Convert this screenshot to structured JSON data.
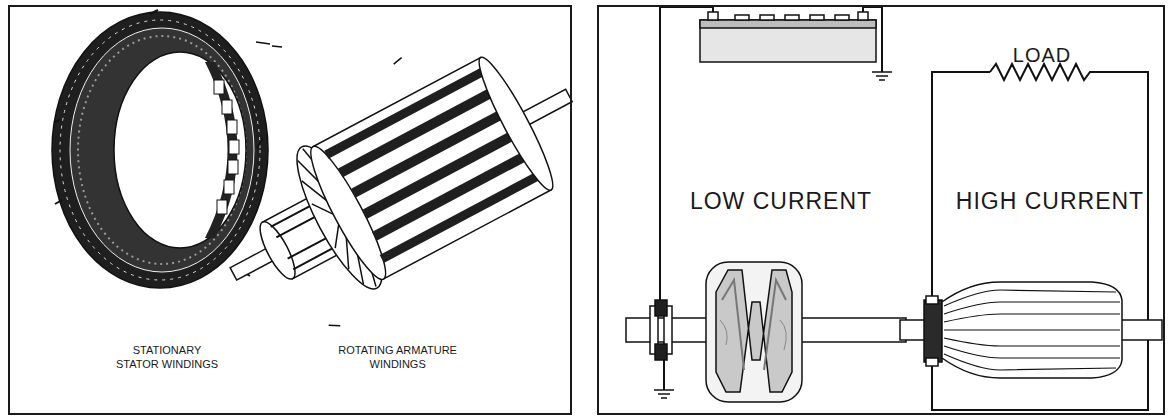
{
  "diagram": {
    "nodes": [
      {
        "text": [
          "STATIONARY STATOR WINDINGS",
          "ROTATING ARMATURE WINDINGS"
        ]
      },
      {
        "text": [
          "LOAD",
          "LOW CURRENT",
          "HIGH CURRENT"
        ]
      }
    ]
  }
}
